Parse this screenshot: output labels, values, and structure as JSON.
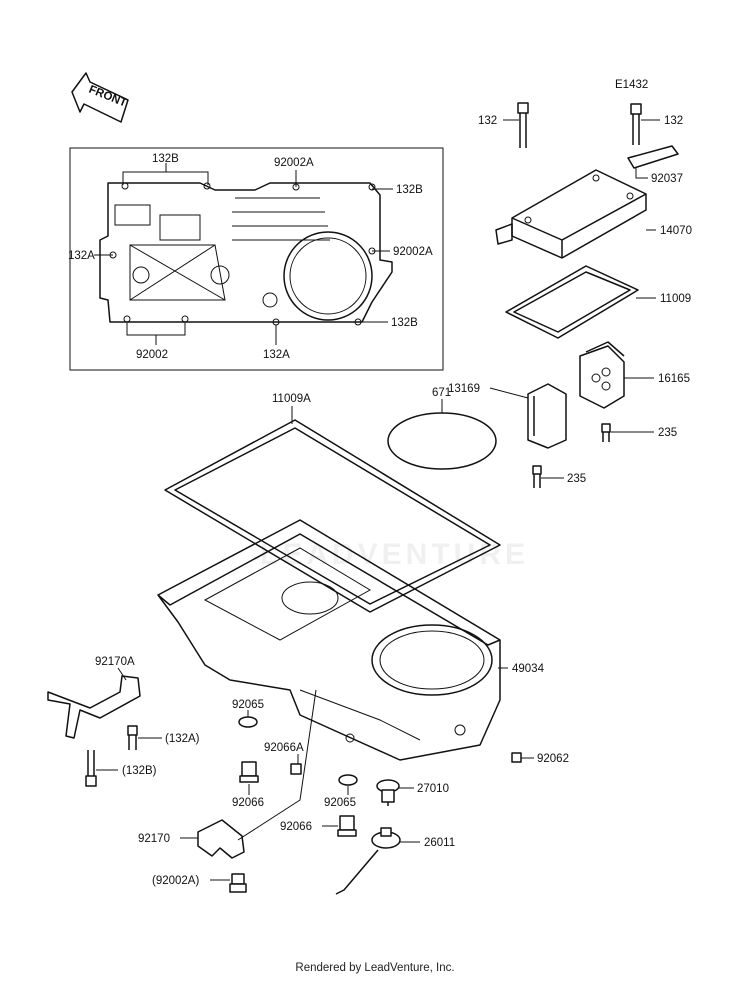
{
  "diagram_id": "E1432",
  "front_label": "FRONT",
  "watermark": "LEADVENTURE",
  "footer": "Rendered by LeadVenture, Inc.",
  "labels": {
    "l132B_a": "132B",
    "l92002A_a": "92002A",
    "l132B_b": "132B",
    "l132A_a": "132A",
    "l92002A_b": "92002A",
    "l132B_c": "132B",
    "l92002": "92002",
    "l132A_b": "132A",
    "l132_left": "132",
    "l132_right": "132",
    "l92037": "92037",
    "l14070": "14070",
    "l11009": "11009",
    "l16165": "16165",
    "l13169": "13169",
    "l235_a": "235",
    "l235_b": "235",
    "l11009A": "11009A",
    "l671": "671",
    "l49034": "49034",
    "l92170A": "92170A",
    "l92065_a": "92065",
    "l132A_c": "(132A)",
    "l92066A": "92066A",
    "l132B_d": "(132B)",
    "l92062": "92062",
    "l92066_a": "92066",
    "l92065_b": "92065",
    "l27010": "27010",
    "l92170": "92170",
    "l92066_b": "92066",
    "l26011": "26011",
    "l92002A_c": "(92002A)"
  }
}
